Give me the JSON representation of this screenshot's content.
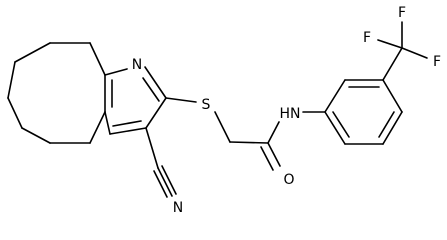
{
  "atoms": {
    "pyridine_n": "N",
    "thioether_s": "S",
    "amide_nh": "HN",
    "carbonyl_o": "O",
    "nitrile_n": "N",
    "f_top": "F",
    "f_right": "F",
    "f_left": "F"
  }
}
